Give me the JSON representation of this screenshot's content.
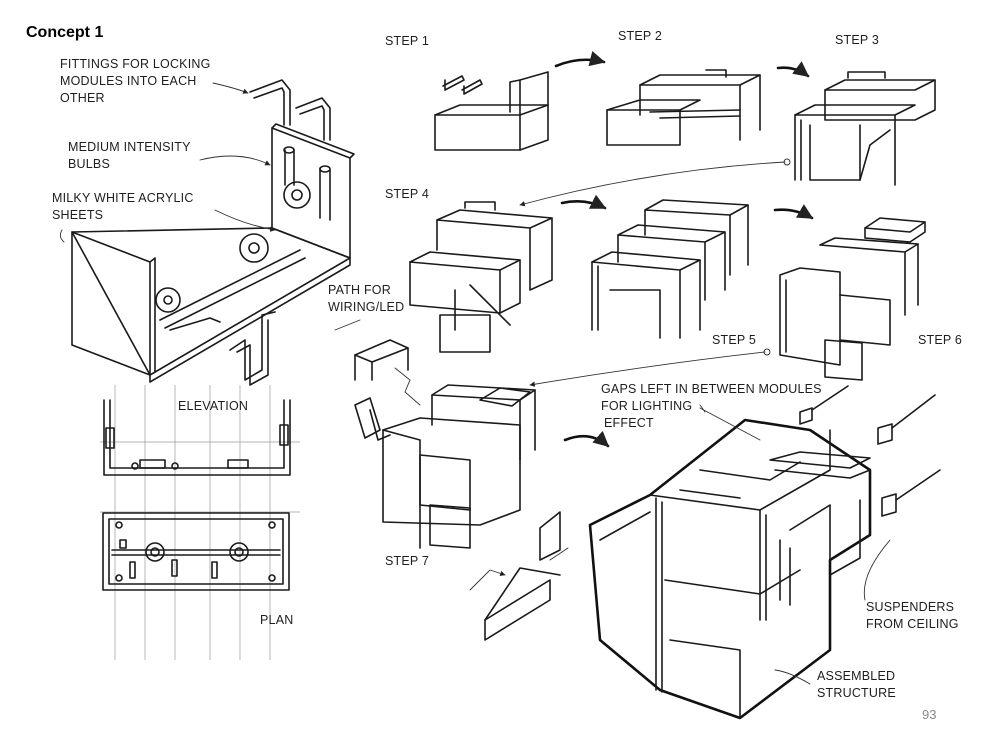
{
  "title": "Concept 1",
  "labels": {
    "fittings": [
      "FITTINGS FOR LOCKING",
      "MODULES INTO EACH",
      "OTHER"
    ],
    "bulbs": [
      "MEDIUM INTENSITY",
      "BULBS"
    ],
    "acrylic": [
      "MILKY WHITE ACRYLIC",
      "SHEETS"
    ],
    "path": [
      "PATH FOR",
      "WIRING/LED"
    ],
    "elevation": "ELEVATION",
    "plan": "PLAN",
    "gaps": [
      "GAPS LEFT IN BETWEEN MODULES",
      "FOR LIGHTING",
      "EFFECT"
    ],
    "suspenders": [
      "SUSPENDERS",
      "FROM CEILING"
    ],
    "assembled": [
      "ASSEMBLED",
      "STRUCTURE"
    ]
  },
  "steps": [
    "STEP 1",
    "STEP 2",
    "STEP 3",
    "STEP 4",
    "STEP 5",
    "STEP 6",
    "STEP 7"
  ],
  "page_number": "93"
}
